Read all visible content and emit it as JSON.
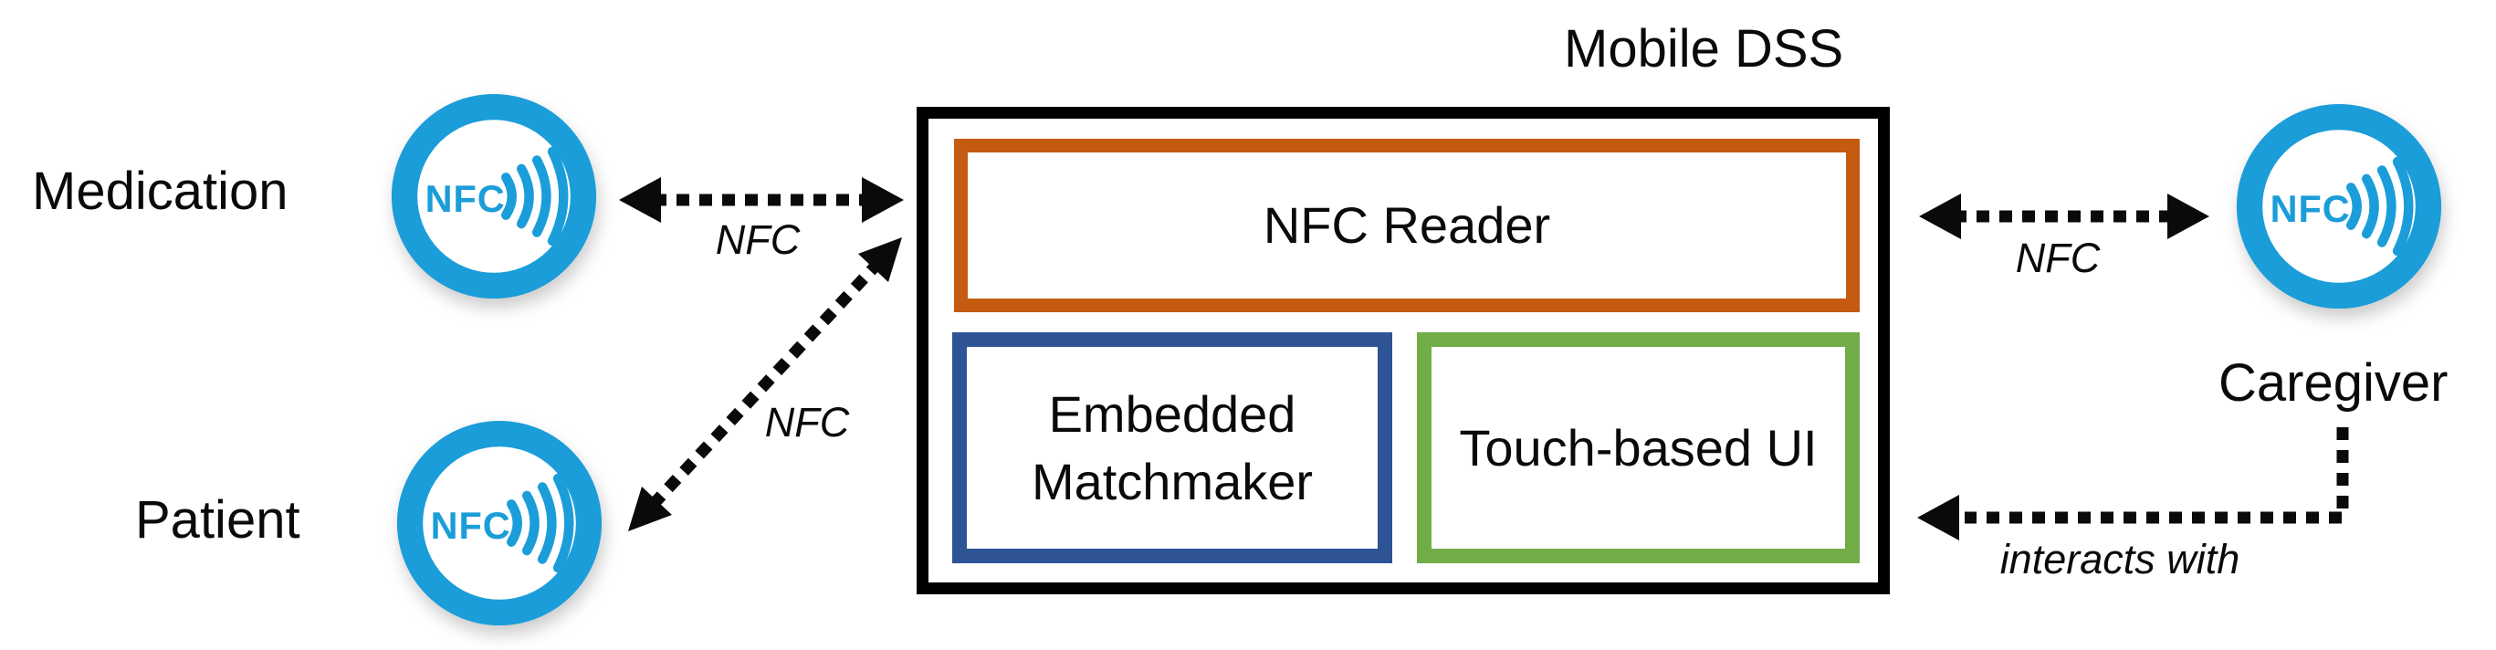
{
  "title": "Mobile DSS",
  "entities": {
    "medication": {
      "label": "Medication"
    },
    "patient": {
      "label": "Patient"
    },
    "caregiver": {
      "label": "Caregiver"
    }
  },
  "components": {
    "nfc_reader": {
      "label": "NFC Reader",
      "border_color": "#C55A11"
    },
    "embedded_matchmaker": {
      "label": "Embedded Matchmaker",
      "border_color": "#2F5496"
    },
    "touch_based_ui": {
      "label": "Touch-based UI",
      "border_color": "#70AD47"
    }
  },
  "connections": {
    "medication_nfc": {
      "label": "NFC",
      "type": "bidirectional-dotted"
    },
    "patient_nfc": {
      "label": "NFC",
      "type": "bidirectional-dotted"
    },
    "caregiver_nfc": {
      "label": "NFC",
      "type": "bidirectional-dotted"
    },
    "interacts": {
      "label": "interacts with",
      "type": "dotted-arrow"
    }
  },
  "icon": {
    "text": "NFC",
    "name": "nfc-contactless-tag",
    "color": "#1B9DD9"
  },
  "colors": {
    "outer_box": "#000000",
    "arrow": "#0a0a0a",
    "text": "#0a0a0a",
    "background": "#ffffff"
  }
}
